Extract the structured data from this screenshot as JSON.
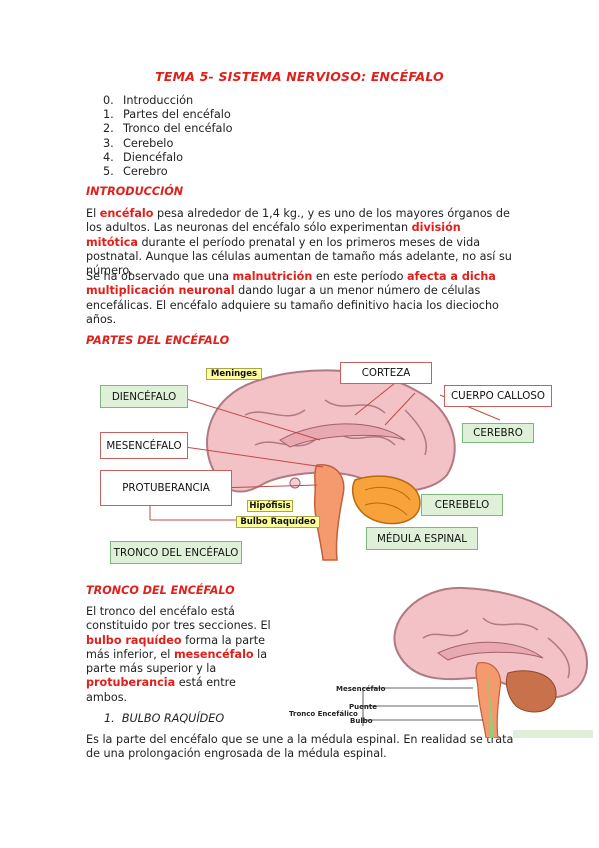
{
  "title": "TEMA 5- SISTEMA NERVIOSO: ENCÉFALO",
  "toc": [
    {
      "num": "0.",
      "label": "Introducción"
    },
    {
      "num": "1.",
      "label": "Partes del encéfalo"
    },
    {
      "num": "2.",
      "label": "Tronco del encéfalo"
    },
    {
      "num": "3.",
      "label": "Cerebelo"
    },
    {
      "num": "4.",
      "label": "Diencéfalo"
    },
    {
      "num": "5.",
      "label": "Cerebro"
    }
  ],
  "intro": {
    "heading": "INTRODUCCIÓN",
    "p1": {
      "a": "El ",
      "b": "encéfalo",
      "c": " pesa alrededor de 1,4 kg., y es uno de los mayores órganos de los adultos. Las neuronas del encéfalo sólo experimentan ",
      "d": "división mitótica",
      "e": " durante el período prenatal y en los primeros meses de vida postnatal. Aunque las células aumentan de tamaño más adelante, no así su número."
    },
    "p2": {
      "a": "Se ha observado que una ",
      "b": "malnutrición",
      "c": " en este período ",
      "d": "afecta a dicha multiplicación neuronal",
      "e": " dando lugar a un menor número de células encefálicas. El encéfalo adquiere su tamaño definitivo hacia los dieciocho años."
    }
  },
  "partes": {
    "heading": "PARTES DEL ENCÉFALO",
    "labels": {
      "meninges": "Meninges",
      "corteza": "CORTEZA",
      "diencefalo": "DIENCÉFALO",
      "cuerpo_calloso": "CUERPO CALLOSO",
      "cerebro": "CEREBRO",
      "mesencefalo": "MESENCÉFALO",
      "protuberancia": "PROTUBERANCIA",
      "hipofisis": "Hipófisis",
      "bulbo": "Bulbo Raquídeo",
      "cerebelo": "CEREBELO",
      "medula": "MÉDULA ESPINAL",
      "tronco": "TRONCO DEL ENCÉFALO"
    },
    "colors": {
      "brain": "#f2c2c6",
      "stem": "#f49a6e",
      "cerebellum": "#f7a23a"
    }
  },
  "tronco": {
    "heading": "TRONCO DEL ENCÉFALO",
    "p1": {
      "a": "El tronco del encéfalo está constituido por tres secciones. El ",
      "b": "bulbo raquídeo",
      "c": " forma la parte más inferior, el ",
      "d": "mesencéfalo",
      "e": " la parte más superior y la ",
      "f": "protuberancia",
      "g": " está entre ambos."
    },
    "item": {
      "num": "1.",
      "label": "BULBO RAQUÍDEO"
    },
    "p2": "Es la parte del encéfalo que se une a la médula espinal. En realidad se trata de una prolongación engrosada de la médula espinal.",
    "figure": {
      "mesencefalo": "Mesencéfalo",
      "puente": "Puente",
      "bulbo": "Bulbo",
      "tronco": "Tronco Encefálico"
    }
  }
}
